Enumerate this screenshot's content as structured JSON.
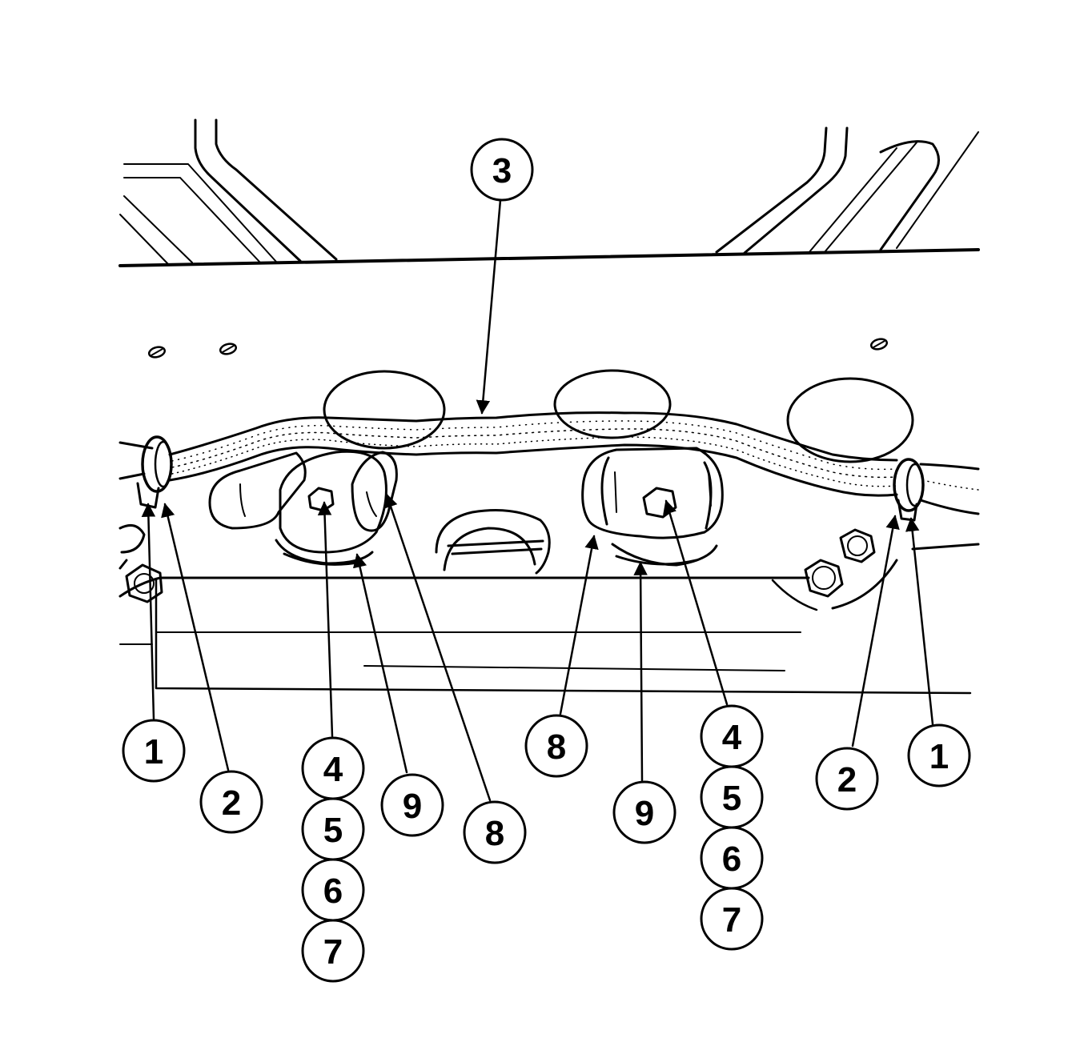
{
  "callouts": {
    "c3": "3",
    "c1_left": "1",
    "c2_left": "2",
    "c4_left": "4",
    "c5_left": "5",
    "c6_left": "6",
    "c7_left": "7",
    "c9_left": "9",
    "c8_left": "8",
    "c8_right": "8",
    "c9_right": "9",
    "c4_right": "4",
    "c5_right": "5",
    "c6_right": "6",
    "c7_right": "7",
    "c2_right": "2",
    "c1_right": "1"
  },
  "colors": {
    "ink": "#000000",
    "paper": "#ffffff"
  }
}
